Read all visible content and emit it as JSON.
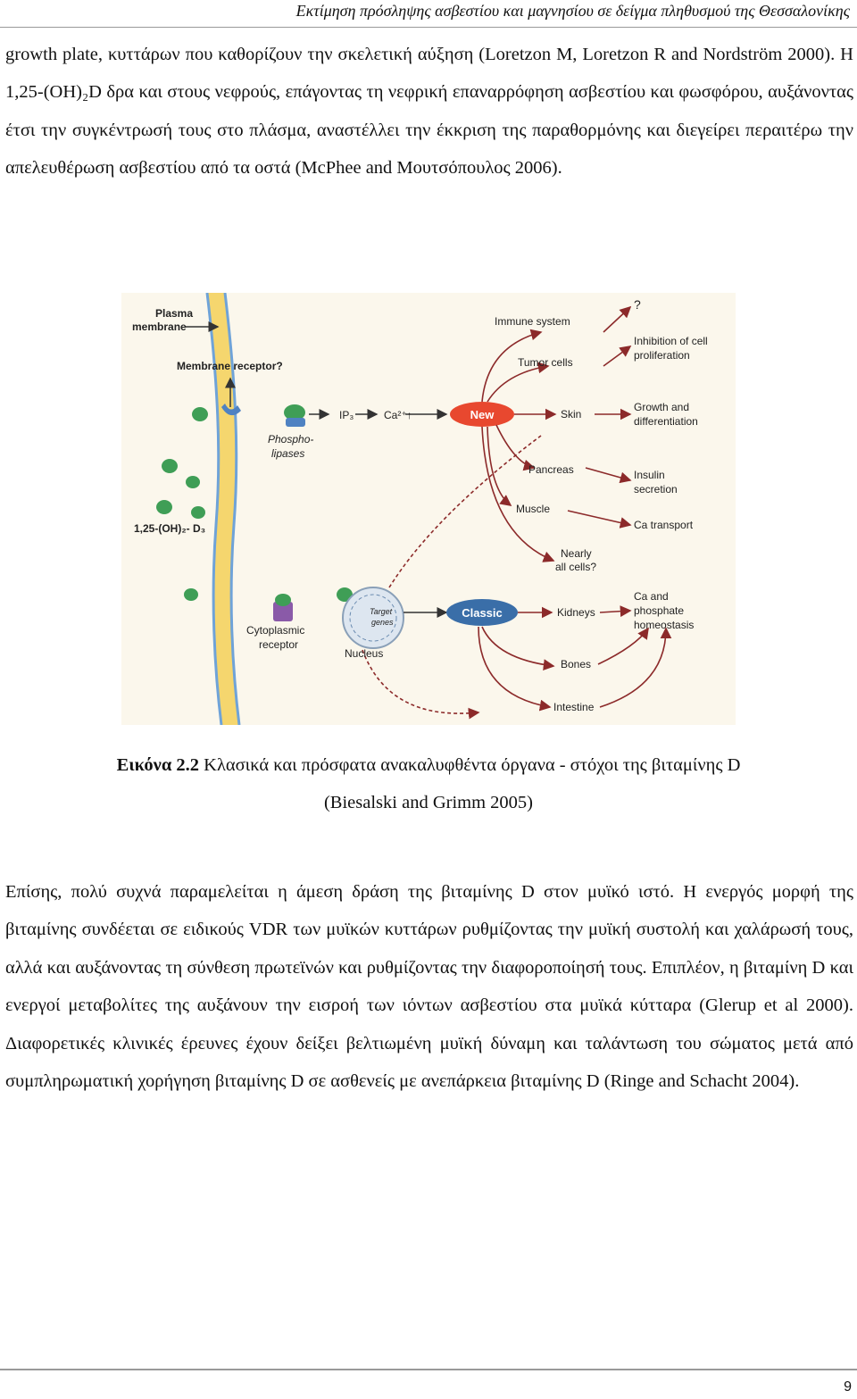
{
  "header": {
    "running_title": "Εκτίμηση πρόσληψης ασβεστίου και μαγνησίου σε δείγμα πληθυσμού της Θεσσαλονίκης"
  },
  "body": {
    "paragraph1": "growth plate, κυττάρων που καθορίζουν την σκελετική αύξηση (Loretzon M, Loretzon R and Nordström 2000). Η 1,25-(ΟΗ)₂D δρα και στους νεφρούς, επάγοντας τη νεφρική επαναρρόφηση ασβεστίου και φωσφόρου, αυξάνοντας έτσι την συγκέντρωσή τους στο πλάσμα, αναστέλλει την έκκριση της παραθορμόνης και διεγείρει περαιτέρω την απελευθέρωση ασβεστίου από τα οστά (McPhee and Μουτσόπουλος 2006).",
    "paragraph2": "Επίσης, πολύ συχνά παραμελείται η άμεση δράση της βιταμίνης D στον μυϊκό ιστό. Η ενεργός μορφή της βιταμίνης συνδέεται σε ειδικούς VDR των μυϊκών κυττάρων ρυθμίζοντας την μυϊκή συστολή και χαλάρωσή τους, αλλά και αυξάνοντας τη σύνθεση πρωτεϊνών και ρυθμίζοντας την διαφοροποίησή τους. Επιπλέον, η βιταμίνη D και ενεργοί μεταβολίτες της αυξάνουν την εισροή των ιόντων ασβεστίου στα μυϊκά κύτταρα (Glerup et al 2000). Διαφορετικές κλινικές έρευνες έχουν δείξει βελτιωμένη μυϊκή δύναμη και ταλάντωση του σώματος μετά από συμπληρωματική χορήγηση βιταμίνης D σε ασθενείς με ανεπάρκεια βιταμίνης D (Ringe and Schacht 2004)."
  },
  "figure": {
    "plasma_membrane": [
      "Plasma",
      "membrane"
    ],
    "membrane_receptor": "Membrane receptor?",
    "phospholipases": [
      "Phospho-",
      "lipases"
    ],
    "ligand": "1,25-(OH)₂- D₃",
    "ip3": "IP₃",
    "ca": "Ca²⁺↑",
    "cytoplasmic_receptor": [
      "Cytoplasmic",
      "receptor"
    ],
    "target_genes": [
      "Target",
      "genes"
    ],
    "nucleus": "Nucleus",
    "new": "New",
    "classic": "Classic",
    "immune": "Immune system",
    "tumor": "Tumor cells",
    "skin": "Skin",
    "pancreas": "Pancreas",
    "muscle": "Muscle",
    "nearly": [
      "Nearly",
      "all cells?"
    ],
    "kidneys": "Kidneys",
    "bones": "Bones",
    "intestine": "Intestine",
    "q": "?",
    "inhibition": [
      "Inhibition of cell",
      "proliferation"
    ],
    "growth": [
      "Growth and",
      "differentiation"
    ],
    "insulin": [
      "Insulin",
      "secretion"
    ],
    "ca_transport": "Ca transport",
    "homeostasis": [
      "Ca and",
      "phosphate",
      "homeostasis"
    ]
  },
  "caption": {
    "label": "Εικόνα 2.2",
    "text": " Κλασικά και πρόσφατα ανακαλυφθέντα όργανα - στόχοι της βιταμίνης D",
    "source": "(Biesalski and Grimm 2005)"
  },
  "footer": {
    "page_number": "9"
  },
  "colors": {
    "new_red": "#e8482f",
    "classic_blue": "#3a6ea8",
    "ligand_green": "#3f9e56",
    "membrane_yellow": "#f5d66e",
    "receptor_blue": "#4f82c2",
    "receptor_purple": "#8a5aa8"
  }
}
